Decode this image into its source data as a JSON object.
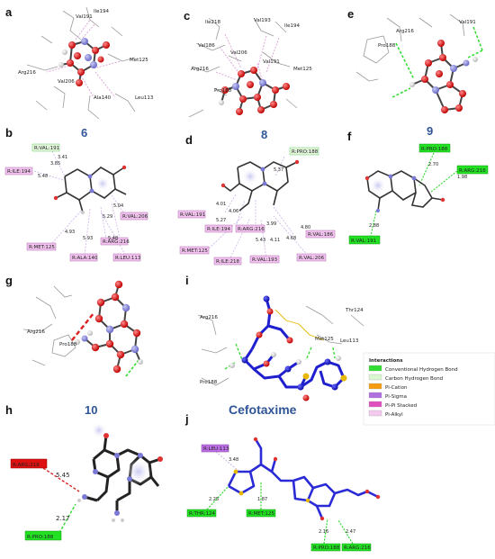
{
  "panels": {
    "a": {
      "letter": "a",
      "residues": [
        "Val191",
        "Ile194",
        "Met125",
        "Arg216",
        "Val206",
        "Ala140",
        "Leu113"
      ]
    },
    "b": {
      "letter": "b",
      "compound": "6",
      "tags": [
        "R:VAL:191",
        "R:ILE:194",
        "R:VAL:206",
        "R:ARG:216",
        "R:MET:125",
        "R:ALA:140",
        "R:LEU:113"
      ],
      "distances": [
        "3.41",
        "3.85",
        "5.48",
        "5.04",
        "5.29",
        "4.93",
        "5.93",
        "5.48"
      ]
    },
    "c": {
      "letter": "c",
      "residues": [
        "Ile218",
        "Val193",
        "Ile194",
        "Val186",
        "Val206",
        "Arg216",
        "Val191",
        "Met125",
        "Pro188"
      ]
    },
    "d": {
      "letter": "d",
      "compound": "8",
      "tags": [
        "R:PRO:188",
        "R:VAL:191",
        "R:ILE:194",
        "R:ARG:216",
        "R:VAL:186",
        "R:MET:125",
        "R:ILE:218",
        "R:VAL:193",
        "R:VAL:206"
      ],
      "distances": [
        "5.37",
        "4.01",
        "4.06",
        "5.27",
        "3.99",
        "5.43",
        "4.11",
        "4.68",
        "4.80"
      ]
    },
    "e": {
      "letter": "e",
      "residues": [
        "Arg216",
        "Val191",
        "Pro188"
      ]
    },
    "f": {
      "letter": "f",
      "compound": "9",
      "tags": [
        "R:PRO:188",
        "R:ARG:216",
        "R:VAL:191"
      ],
      "distances": [
        "2.70",
        "1.98",
        "2.88"
      ]
    },
    "g": {
      "letter": "g",
      "residues": [
        "Arg216",
        "Pro188"
      ]
    },
    "h": {
      "letter": "h",
      "compound": "10",
      "tags": [
        "R:ARG:216",
        "R:PRO:188"
      ],
      "distances": [
        "5.45",
        "2.17"
      ]
    },
    "i": {
      "letter": "i",
      "compound": "Cefotaxime",
      "residues": [
        "Arg216",
        "Thr124",
        "Met125",
        "Leu113",
        "Pro188"
      ]
    },
    "j": {
      "letter": "j",
      "tags": [
        "R:LEU:113",
        "R:THR:124",
        "R:MET:125",
        "R:PRO:188",
        "R:ARG:216"
      ],
      "distances": [
        "3.48",
        "2.25",
        "1.87",
        "2.16",
        "2.47"
      ]
    }
  },
  "legend": {
    "title": "Interactions",
    "items": [
      {
        "label": "Conventional Hydrogen Bond",
        "color": "#33dd33"
      },
      {
        "label": "Carbon Hydrogen Bond",
        "color": "#d9f7d0"
      },
      {
        "label": "Pi-Cation",
        "color": "#f39c12"
      },
      {
        "label": "Pi-Sigma",
        "color": "#b070e0"
      },
      {
        "label": "Pi-Pi Stacked",
        "color": "#e04fc0"
      },
      {
        "label": "Pi-Alkyl",
        "color": "#f4c9ee"
      }
    ]
  },
  "colors": {
    "oxygen": "#dd1111",
    "nitrogen": "#8080d8",
    "hydrogen": "#e8e8e8",
    "carbon_cefotaxime": "#1f1fcf",
    "sulfur": "#e6b800",
    "green_tag": "#22e022",
    "pink_tag": "#f2c3ee",
    "red_tag": "#dd1111",
    "title_blue": "#2f5597"
  }
}
